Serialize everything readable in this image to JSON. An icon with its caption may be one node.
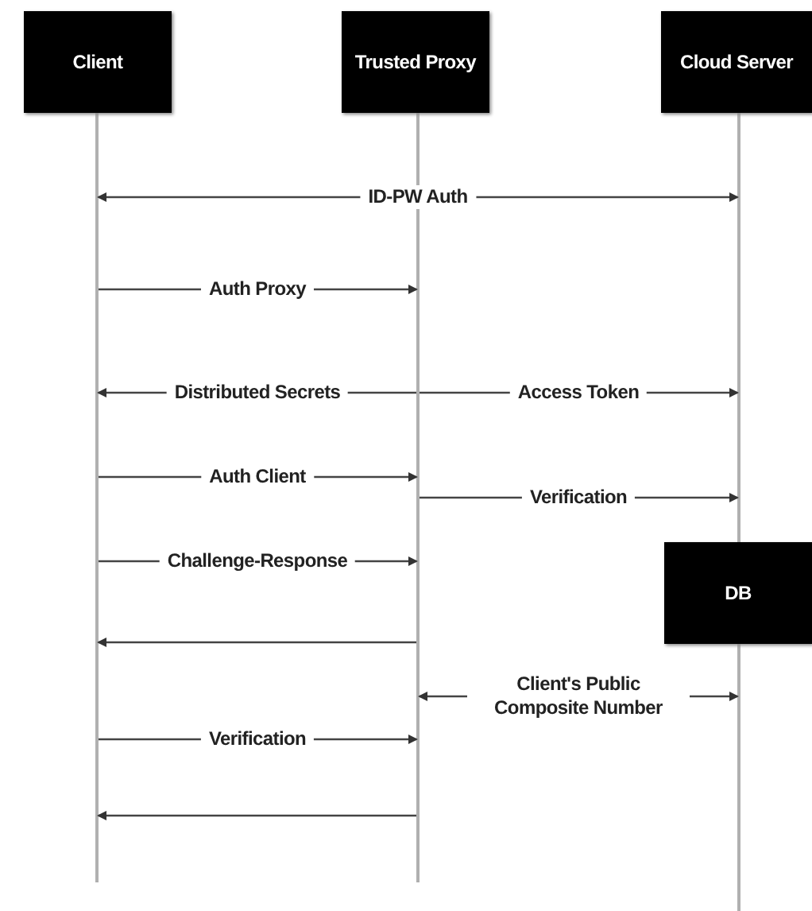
{
  "diagram": {
    "nodes": [
      {
        "text": [
          "Client"
        ]
      },
      {
        "text": [
          "Trusted Proxy"
        ]
      },
      {
        "text": [
          "Cloud Server"
        ]
      },
      {
        "text": [
          "DB"
        ]
      },
      {
        "text": [],
        "shape": "line"
      },
      {
        "text": [],
        "shape": "line"
      },
      {
        "text": [],
        "shape": "line"
      },
      {
        "text": [],
        "shape": "line"
      }
    ],
    "edges": [
      {
        "from": 4,
        "to": 6,
        "arrow": "both",
        "label": "ID-PW Auth"
      },
      {
        "from": 4,
        "to": 5,
        "arrow": "to",
        "label": "Auth Proxy"
      },
      {
        "from": 5,
        "to": 4,
        "arrow": "to",
        "label": "Distributed Secrets"
      },
      {
        "from": 5,
        "to": 6,
        "arrow": "to",
        "label": "Access Token"
      },
      {
        "from": 4,
        "to": 5,
        "arrow": "to",
        "label": "Auth Client"
      },
      {
        "from": 5,
        "to": 6,
        "arrow": "to",
        "label": "Verification"
      },
      {
        "from": 4,
        "to": 5,
        "arrow": "to",
        "label": "Challenge-Response"
      },
      {
        "from": 5,
        "to": 4,
        "arrow": "to"
      },
      {
        "from": 5,
        "to": 7,
        "arrow": "both",
        "label": "Client's Public Composite Number"
      },
      {
        "from": 4,
        "to": 5,
        "arrow": "to",
        "label": "Verification"
      },
      {
        "from": 5,
        "to": 4,
        "arrow": "to"
      }
    ]
  }
}
